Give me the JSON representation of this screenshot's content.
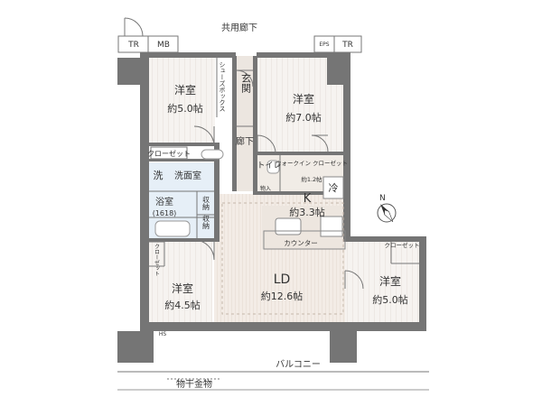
{
  "header": {
    "corridor_label": "共用廊下"
  },
  "rooms": {
    "western_nw": {
      "name": "洋室",
      "size": "約5.0帖"
    },
    "western_ne": {
      "name": "洋室",
      "size": "約7.0帖"
    },
    "western_sw": {
      "name": "洋室",
      "size": "約4.5帖"
    },
    "western_se": {
      "name": "洋室",
      "size": "約5.0帖"
    },
    "entrance": "玄関",
    "shoes_box": "シューズボックス",
    "hallway": "廊下",
    "closet": "クローゼット",
    "wash_mark": "洗",
    "washroom": "洗面室",
    "bath": {
      "name": "浴室",
      "size": "(1618)"
    },
    "toilet": "トイレ",
    "walkin": {
      "name": "ウォークイン\nクローゼット",
      "size": "約1.2帖"
    },
    "kitchen": {
      "name": "K",
      "size": "約3.3帖"
    },
    "fridge": "冷",
    "counter": "カウンター",
    "ld": {
      "name": "LD",
      "size": "約12.6帖"
    },
    "storage_1": "収納",
    "storage_2": "収納",
    "closet_sw": "クローゼット",
    "closet_se": "クローゼット",
    "storage_small": "物入"
  },
  "fixtures": {
    "tr_left": "TR",
    "mb": "MB",
    "eps": "EPS",
    "tr_right": "TR",
    "hs": "HS"
  },
  "balcony": "バルコニー",
  "clothes_pole": "物干金物",
  "compass": {
    "north": "N"
  }
}
